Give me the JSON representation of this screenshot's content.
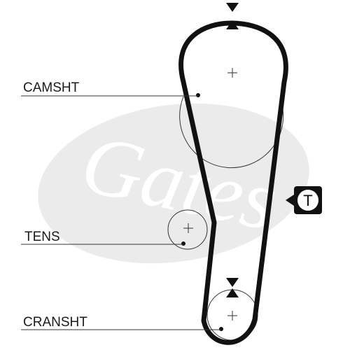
{
  "diagram": {
    "labels": {
      "camshaft": "CAMSHT",
      "tensioner": "TENS",
      "crankshaft": "CRANSHT"
    },
    "tension_symbol": "T",
    "watermark_text": "Gates",
    "colors": {
      "belt": "#111111",
      "pulley_outline": "#333333",
      "watermark": "#e6e6e6",
      "background": "#ffffff"
    },
    "icons": [
      "tension-marker-icon",
      "timing-mark-top-icon",
      "timing-mark-bottom-icon",
      "center-cross-icon"
    ]
  }
}
